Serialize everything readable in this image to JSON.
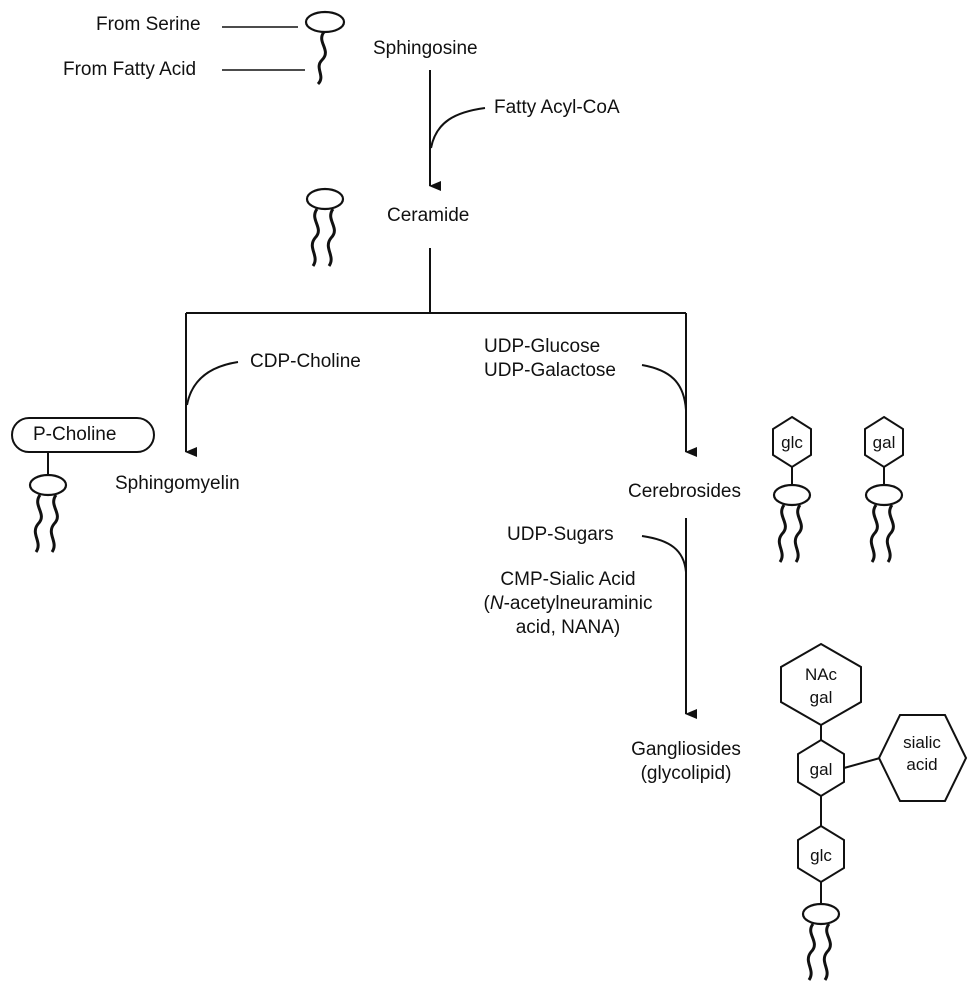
{
  "labels": {
    "from_serine": "From Serine",
    "from_fatty_acid": "From Fatty Acid",
    "sphingosine": "Sphingosine",
    "fatty_acyl_coa": "Fatty Acyl-CoA",
    "ceramide": "Ceramide",
    "cdp_choline": "CDP-Choline",
    "udp_glucose": "UDP-Glucose",
    "udp_galactose": "UDP-Galactose",
    "p_choline": "P-Choline",
    "sphingomyelin": "Sphingomyelin",
    "cerebrosides": "Cerebrosides",
    "udp_sugars": "UDP-Sugars",
    "cmp_sialic_line1": "CMP-Sialic Acid",
    "cmp_sialic_line2_italic": "N",
    "cmp_sialic_line2_rest": "-acetylneuraminic",
    "cmp_sialic_line3": "acid, NANA)",
    "cmp_sialic_paren": "(",
    "gangliosides": "Gangliosides",
    "glycolipid": "(glycolipid)"
  },
  "sugars": {
    "glc": "glc",
    "gal": "gal",
    "nac": "NAc",
    "nac_gal": "gal",
    "sialic": "sialic",
    "acid": "acid"
  }
}
